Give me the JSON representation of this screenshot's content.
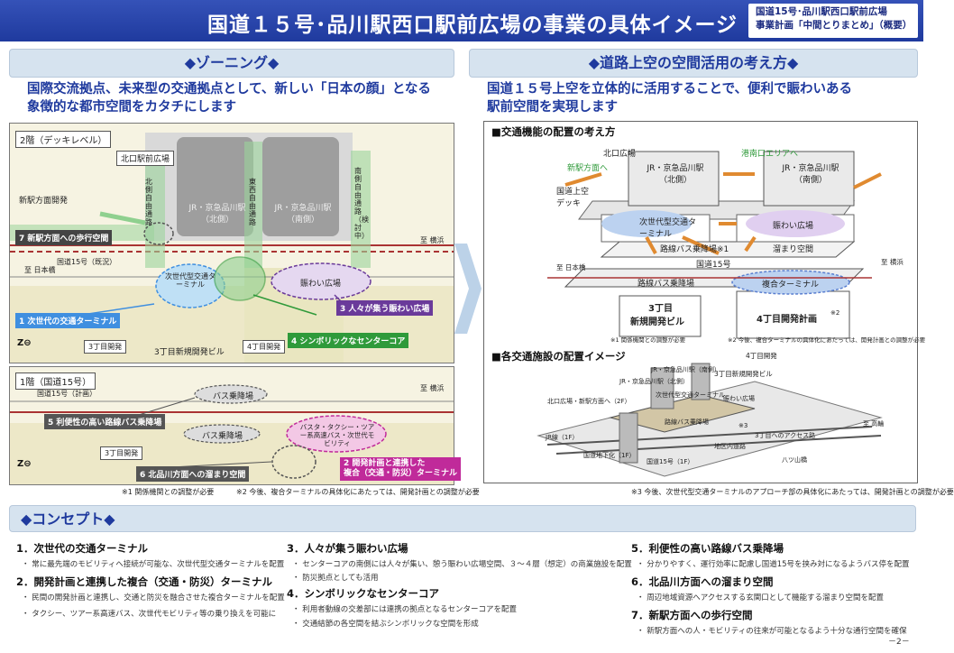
{
  "header": {
    "title": "国道１５号･品川駅西口駅前広場の事業の具体イメージ",
    "subtitle_1": "国道15号･品川駅西口駅前広場",
    "subtitle_2": "事業計画「中間とりまとめ」（概要）"
  },
  "zoning": {
    "heading": "◆ゾーニング◆",
    "lead_1": "国際交流拠点、未来型の交通拠点として、新しい「日本の顔」となる",
    "lead_2": "象徴的な都市空間をカタチにします",
    "upper": {
      "level_label": "2階（デッキレベル）",
      "plaza_north": "北口駅前広場",
      "area_new_station": "新駅方面開発",
      "road_north": "北側自由通路",
      "road_east_west": "東西自由通路",
      "road_south": "南側自由通路（検討中）",
      "station_north": "JR・京急品川駅（北側）",
      "station_south": "JR・京急品川駅（南側）",
      "route15": "国道15号（既況）",
      "to_yokohama": "至 横浜",
      "to_nihonbashi": "至 日本橋",
      "terminal": "次世代型交通ターミナル",
      "plaza": "賑わい広場",
      "dev_3": "3丁目開発",
      "dev_3_bldg": "3丁目新規開発ビル",
      "dev_4": "4丁目開発",
      "tag_7": "7 新駅方面への歩行空間",
      "tag_1": "1 次世代の交通ターミナル",
      "tag_3": "3 人々が集う賑わい広場",
      "tag_4": "4 シンボリックなセンターコア"
    },
    "lower": {
      "level_label": "1階（国道15号）",
      "route15": "国道15号（計画）",
      "to_yokohama": "至 横浜",
      "bus1": "バス乗降場",
      "bus2": "バス乗降場",
      "terminal_mix": "バスタ・タクシー・ツアー系高速バス・次世代モビリティ",
      "dev_3": "3丁目開発",
      "tag_5": "5 利便性の高い路線バス乗降場",
      "tag_6": "6 北品川方面への溜まり空間",
      "tag_2a": "2 開発計画と連携した",
      "tag_2b": "複合（交通・防災）ターミナル"
    },
    "note_1": "※1 関係機関との調整が必要",
    "note_2": "※2 今後、複合ターミナルの具体化にあたっては、開発計画との調整が必要"
  },
  "space_use": {
    "heading": "◆道路上空の空間活用の考え方◆",
    "lead_1": "国道１５号上空を立体的に活用することで、便利で賑わいある",
    "lead_2": "駅前空間を実現します",
    "box1": {
      "title": "■交通機能の配置の考え方",
      "north_plaza": "北口広場",
      "to_new_station": "新駅方面へ",
      "to_konan": "港南口エリアへ",
      "station_north": "JR・京急品川駅（北側）",
      "station_south": "JR・京急品川駅（南側）",
      "overpass": "国道上空デッキ",
      "terminal": "次世代型交通ターミナル",
      "plaza": "賑わい広場",
      "bus_upper": "路線バス乗降場※1",
      "tamari": "溜まり空間",
      "route15": "国道15号",
      "to_nihonbashi": "至 日本橋",
      "to_yokohama": "至 横浜",
      "bus_lower": "路線バス乗降場",
      "complex": "複合ターミナル",
      "bldg3_a": "3丁目",
      "bldg3_b": "新規開発ビル",
      "plan4": "4丁目開発計画",
      "plan4_note": "※2",
      "note_1": "※1 関係機関との調整が必要",
      "note_2": "※2 今後、複合ターミナルの具体化にあたっては、開発計画との調整が必要"
    },
    "box2": {
      "title": "■各交通施設の配置イメージ",
      "dev4": "4丁目開発",
      "bldg3": "3丁目新規開発ビル",
      "station_south": "JR・京急品川駅（南側）",
      "station_north": "JR・京急品川駅（北側）",
      "terminal": "次世代型交通ターミナル",
      "plaza": "賑わい広場",
      "north_plaza": "北口広場・新駅方面へ（2F）",
      "jr_line": "JR線（1F）",
      "underground": "国道地下化（1F）",
      "route15": "国道15号（1F）",
      "bus": "路線バス乗降場",
      "mark": "※3",
      "access": "3丁目へのアクセス路",
      "hinterland": "地区内道路",
      "yatsuyama": "八ツ山橋",
      "to_takanawa": "至 高輪"
    },
    "note_3": "※3 今後、次世代型交通ターミナルのアプローチ部の具体化にあたっては、開発計画との調整が必要"
  },
  "concept": {
    "heading": "◆コンセプト◆",
    "items": [
      {
        "title": "1．次世代の交通ターミナル",
        "subs": [
          "・ 常に最先端のモビリティへ接続が可能な、次世代型交通ターミナルを配置"
        ]
      },
      {
        "title": "2．開発計画と連携した複合（交通・防災）ターミナル",
        "subs": [
          "・ 民間の開発計画と連携し、交通と防災を融合させた複合ターミナルを配置",
          "・ タクシー、ツアー系高速バス、次世代モビリティ等の乗り換えを可能に"
        ]
      },
      {
        "title": "3．人々が集う賑わい広場",
        "subs": [
          "・ センターコアの南側には人々が集い、憩う賑わい広場空間、３～４層（想定）の商業施設を配置",
          "・ 防災拠点としても活用"
        ]
      },
      {
        "title": "4．シンボリックなセンターコア",
        "subs": [
          "・ 利用者動線の交差部には連携の拠点となるセンターコアを配置",
          "・ 交通結節の各空間を結ぶシンボリックな空間を形成"
        ]
      },
      {
        "title": "5．利便性の高い路線バス乗降場",
        "subs": [
          "・ 分かりやすく、運行効率に配慮し国道15号を挟み対になるようバス停を配置"
        ]
      },
      {
        "title": "6．北品川方面への溜まり空間",
        "subs": [
          "・ 周辺地域資源へアクセスする玄関口として機能する溜まり空間を配置"
        ]
      },
      {
        "title": "7．新駅方面への歩行空間",
        "subs": [
          "・ 新駅方面への人・モビリティの往来が可能となるよう十分な通行空間を確保"
        ]
      }
    ]
  },
  "page_number": "－2－",
  "colors": {
    "title_bg": "#1f3a9e",
    "accent_blue": "#1f3a9e",
    "tag_blue": "#3f8fe0",
    "tag_green": "#2f9a3a",
    "tag_purple": "#6a3a9a",
    "tag_magenta": "#c02a9a",
    "tag_gray": "#555555"
  }
}
